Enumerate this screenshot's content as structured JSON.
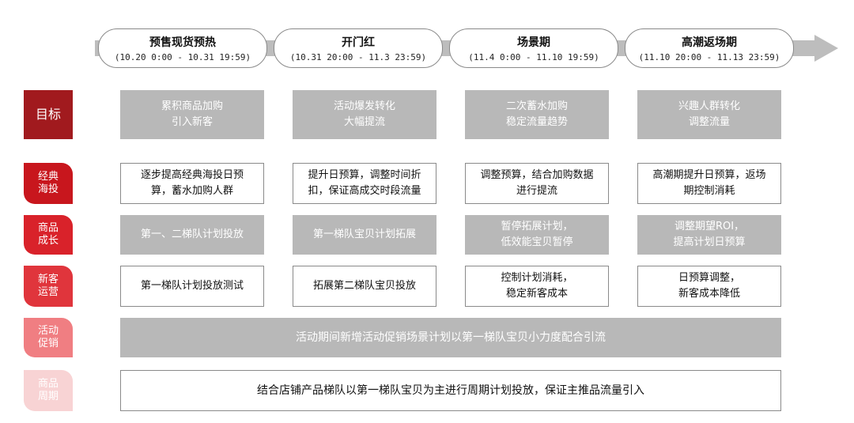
{
  "timeline": {
    "phases": [
      {
        "name": "预售现货预热",
        "time": "(10.20 0:00 - 10.31 19:59)"
      },
      {
        "name": "开门红",
        "time": "(10.31 20:00 - 11.3 23:59)"
      },
      {
        "name": "场景期",
        "time": "(11.4 0:00 - 11.10 19:59)"
      },
      {
        "name": "高潮返场期",
        "time": "(11.10 20:00 - 11.13 23:59)"
      }
    ]
  },
  "rows": [
    {
      "label": [
        "目标"
      ],
      "color": "#a11a1e",
      "cells": [
        [
          "累积商品加购",
          "引入新客"
        ],
        [
          "活动爆发转化",
          "大幅提流"
        ],
        [
          "二次蓄水加购",
          "稳定流量趋势"
        ],
        [
          "兴趣人群转化",
          "调整流量"
        ]
      ]
    },
    {
      "label": [
        "经典",
        "海投"
      ],
      "color": "#c8161d",
      "cells": [
        [
          "逐步提高经典海投日预",
          "算，蓄水加购人群"
        ],
        [
          "提升日预算，调整时间折",
          "扣，保证高成交时段流量"
        ],
        [
          "调整预算，结合加购数据",
          "进行提流"
        ],
        [
          "高潮期提升日预算，返场",
          "期控制消耗"
        ]
      ]
    },
    {
      "label": [
        "商品",
        "成长"
      ],
      "color": "#d9222a",
      "cells": [
        [
          "第一、二梯队计划投放"
        ],
        [
          "第一梯队宝贝计划拓展"
        ],
        [
          "暂停拓展计划，",
          "低效能宝贝暂停"
        ],
        [
          "调整期望ROI，",
          "提高计划日预算"
        ]
      ]
    },
    {
      "label": [
        "新客",
        "运营"
      ],
      "color": "#e0353c",
      "cells": [
        [
          "第一梯队计划投放测试"
        ],
        [
          "拓展第二梯队宝贝投放"
        ],
        [
          "控制计划消耗，",
          "稳定新客成本"
        ],
        [
          "日预算调整，",
          "新客成本降低"
        ]
      ]
    },
    {
      "label": [
        "活动",
        "促销"
      ],
      "color": "#f07e82",
      "banner": "活动期间新增活动促销场景计划以第一梯队宝贝小力度配合引流"
    },
    {
      "label": [
        "商品",
        "周期"
      ],
      "color": "#f8d3d4",
      "banner": "结合店铺产品梯队以第一梯队宝贝为主进行周期计划投放，保证主推品流量引入"
    }
  ],
  "colors": {
    "gray_cell": "#b8b8b8",
    "border": "#8a8a8a",
    "arrow": "#bdbdbd"
  }
}
